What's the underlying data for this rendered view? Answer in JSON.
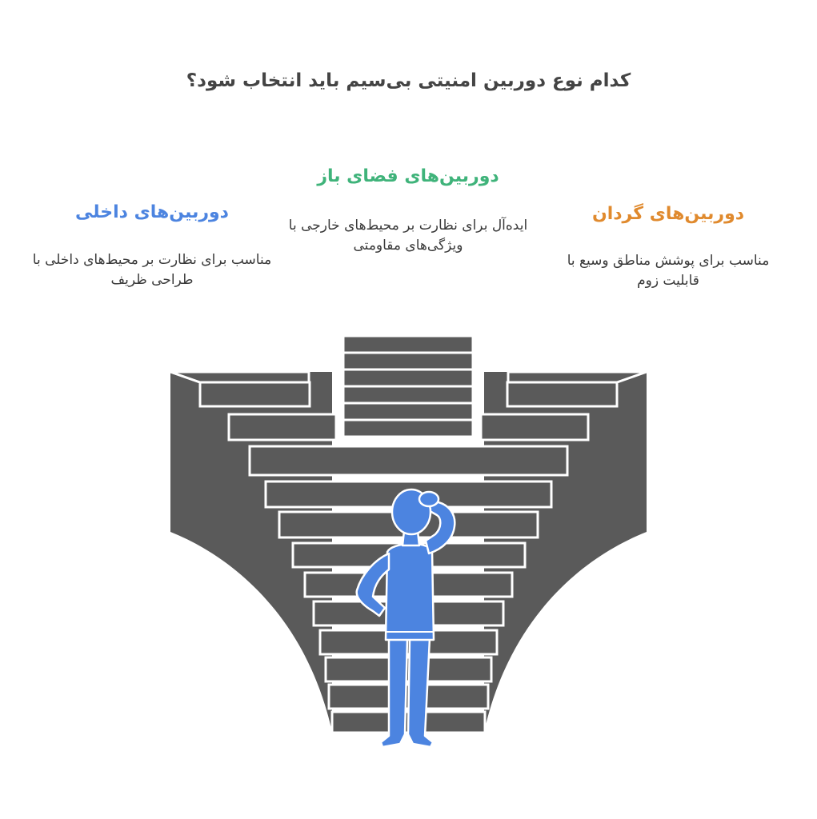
{
  "title": "کدام نوع دوربین امنیتی بی‌سیم باید انتخاب شود؟",
  "options": [
    {
      "title": "دوربین‌های داخلی",
      "description": "مناسب برای نظارت بر محیط‌های داخلی با طراحی ظریف",
      "color": "#4c84e0"
    },
    {
      "title": "دوربین‌های فضای باز",
      "description": "ایده‌آل برای نظارت بر محیط‌های خارجی با ویژگی‌های مقاومتی",
      "color": "#3fb37a"
    },
    {
      "title": "دوربین‌های گردان",
      "description": "مناسب برای پوشش مناطق وسیع با قابلیت زوم",
      "color": "#e08a2e"
    }
  ],
  "colors": {
    "stairs": "#5a5a5a",
    "step_edge": "#ffffff",
    "person": "#4c84e0",
    "person_outline": "#ffffff"
  },
  "icons": {
    "figure": "thinking-person-icon"
  }
}
